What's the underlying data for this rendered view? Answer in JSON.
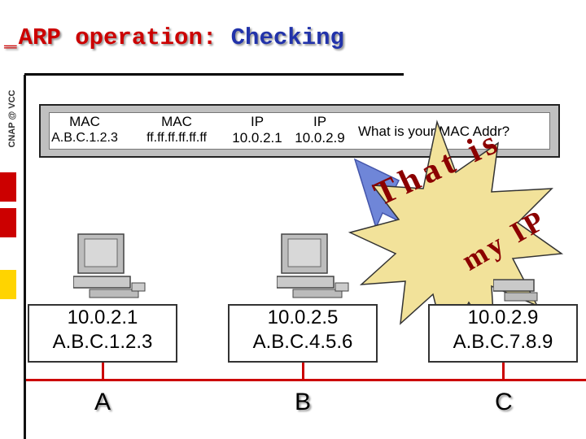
{
  "title": {
    "bullet": "‗",
    "part1": "ARP operation:",
    "part2": "Checking"
  },
  "sidebar": {
    "text": "CNAP @ VCC"
  },
  "frame": {
    "src_mac_label": "MAC",
    "src_mac": "A.B.C.1.2.3",
    "dst_mac_label": "MAC",
    "dst_mac": "ff.ff.ff.ff.ff.ff",
    "src_ip_label": "IP",
    "src_ip": "10.0.2.1",
    "dst_ip_label": "IP",
    "dst_ip": "10.0.2.9",
    "data": "What is your MAC Addr?"
  },
  "callout": {
    "line1": "That is",
    "line2": "my IP"
  },
  "hosts": [
    {
      "name": "A",
      "ip": "10.0.2.1",
      "mac": "A.B.C.1.2.3"
    },
    {
      "name": "B",
      "ip": "10.0.2.5",
      "mac": "A.B.C.4.5.6"
    },
    {
      "name": "C",
      "ip": "10.0.2.9",
      "mac": "A.B.C.7.8.9"
    }
  ],
  "colors": {
    "accent": "#cc0000",
    "title_blue": "#2233aa",
    "arrow_fill": "#6f86d8",
    "star_fill": "#f2e29a"
  }
}
